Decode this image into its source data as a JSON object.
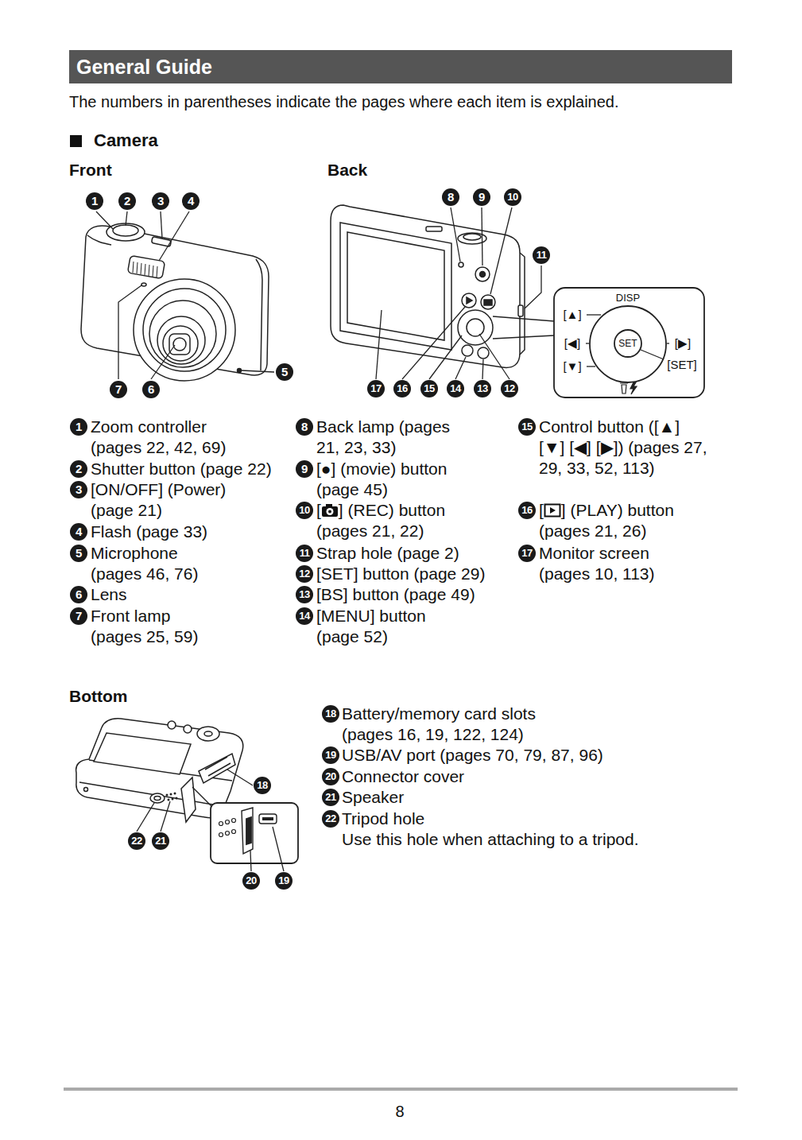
{
  "diagram": {
    "title": "General Guide",
    "labels": [
      "The numbers in parentheses indicate the pages where each item is explained.",
      "Camera",
      "Front",
      "Back",
      "1",
      "2",
      "3",
      "4",
      "5",
      "6",
      "7",
      "8",
      "9",
      "10",
      "11",
      "17",
      "16",
      "15",
      "14",
      "13",
      "12",
      "DISP",
      "[▲]",
      "[◀]",
      "[▼]",
      "[▶]",
      "SET",
      "[SET]",
      "1",
      "Zoom controller (pages 22, 42, 69)",
      "2",
      "Shutter button (page 22)",
      "3",
      "[ON/OFF] (Power) (page 21)",
      "4",
      "Flash (page 33)",
      "5",
      "Microphone (pages 46, 76)",
      "6",
      "Lens",
      "7",
      "Front lamp (pages 25, 59)",
      "8",
      "Back lamp (pages 21, 23, 33)",
      "9",
      "[●] (movie) button (page 45)",
      "10",
      "[",
      "] (REC) button (pages 21, 22)",
      "11",
      "Strap hole (page 2)",
      "12",
      "[SET] button (page 29)",
      "13",
      "[BS] button (page 49)",
      "14",
      "[MENU] button (page 52)",
      "15",
      "Control button ([▲] [▼] [◀] [▶]) (pages 27, 29, 33, 52, 113)",
      "16",
      "[",
      "] (PLAY) button (pages 21, 26)",
      "17",
      "Monitor screen (pages 10, 113)",
      "Bottom",
      "18",
      "22",
      "21",
      "20",
      "19",
      "18",
      "Battery/memory card slots (pages 16, 19, 122, 124)",
      "19",
      "USB/AV port (pages 70, 79, 87, 96)",
      "20",
      "Connector cover",
      "21",
      "Speaker",
      "22",
      "Tripod hole",
      "Use this hole when attaching to a tripod.",
      "8"
    ]
  }
}
